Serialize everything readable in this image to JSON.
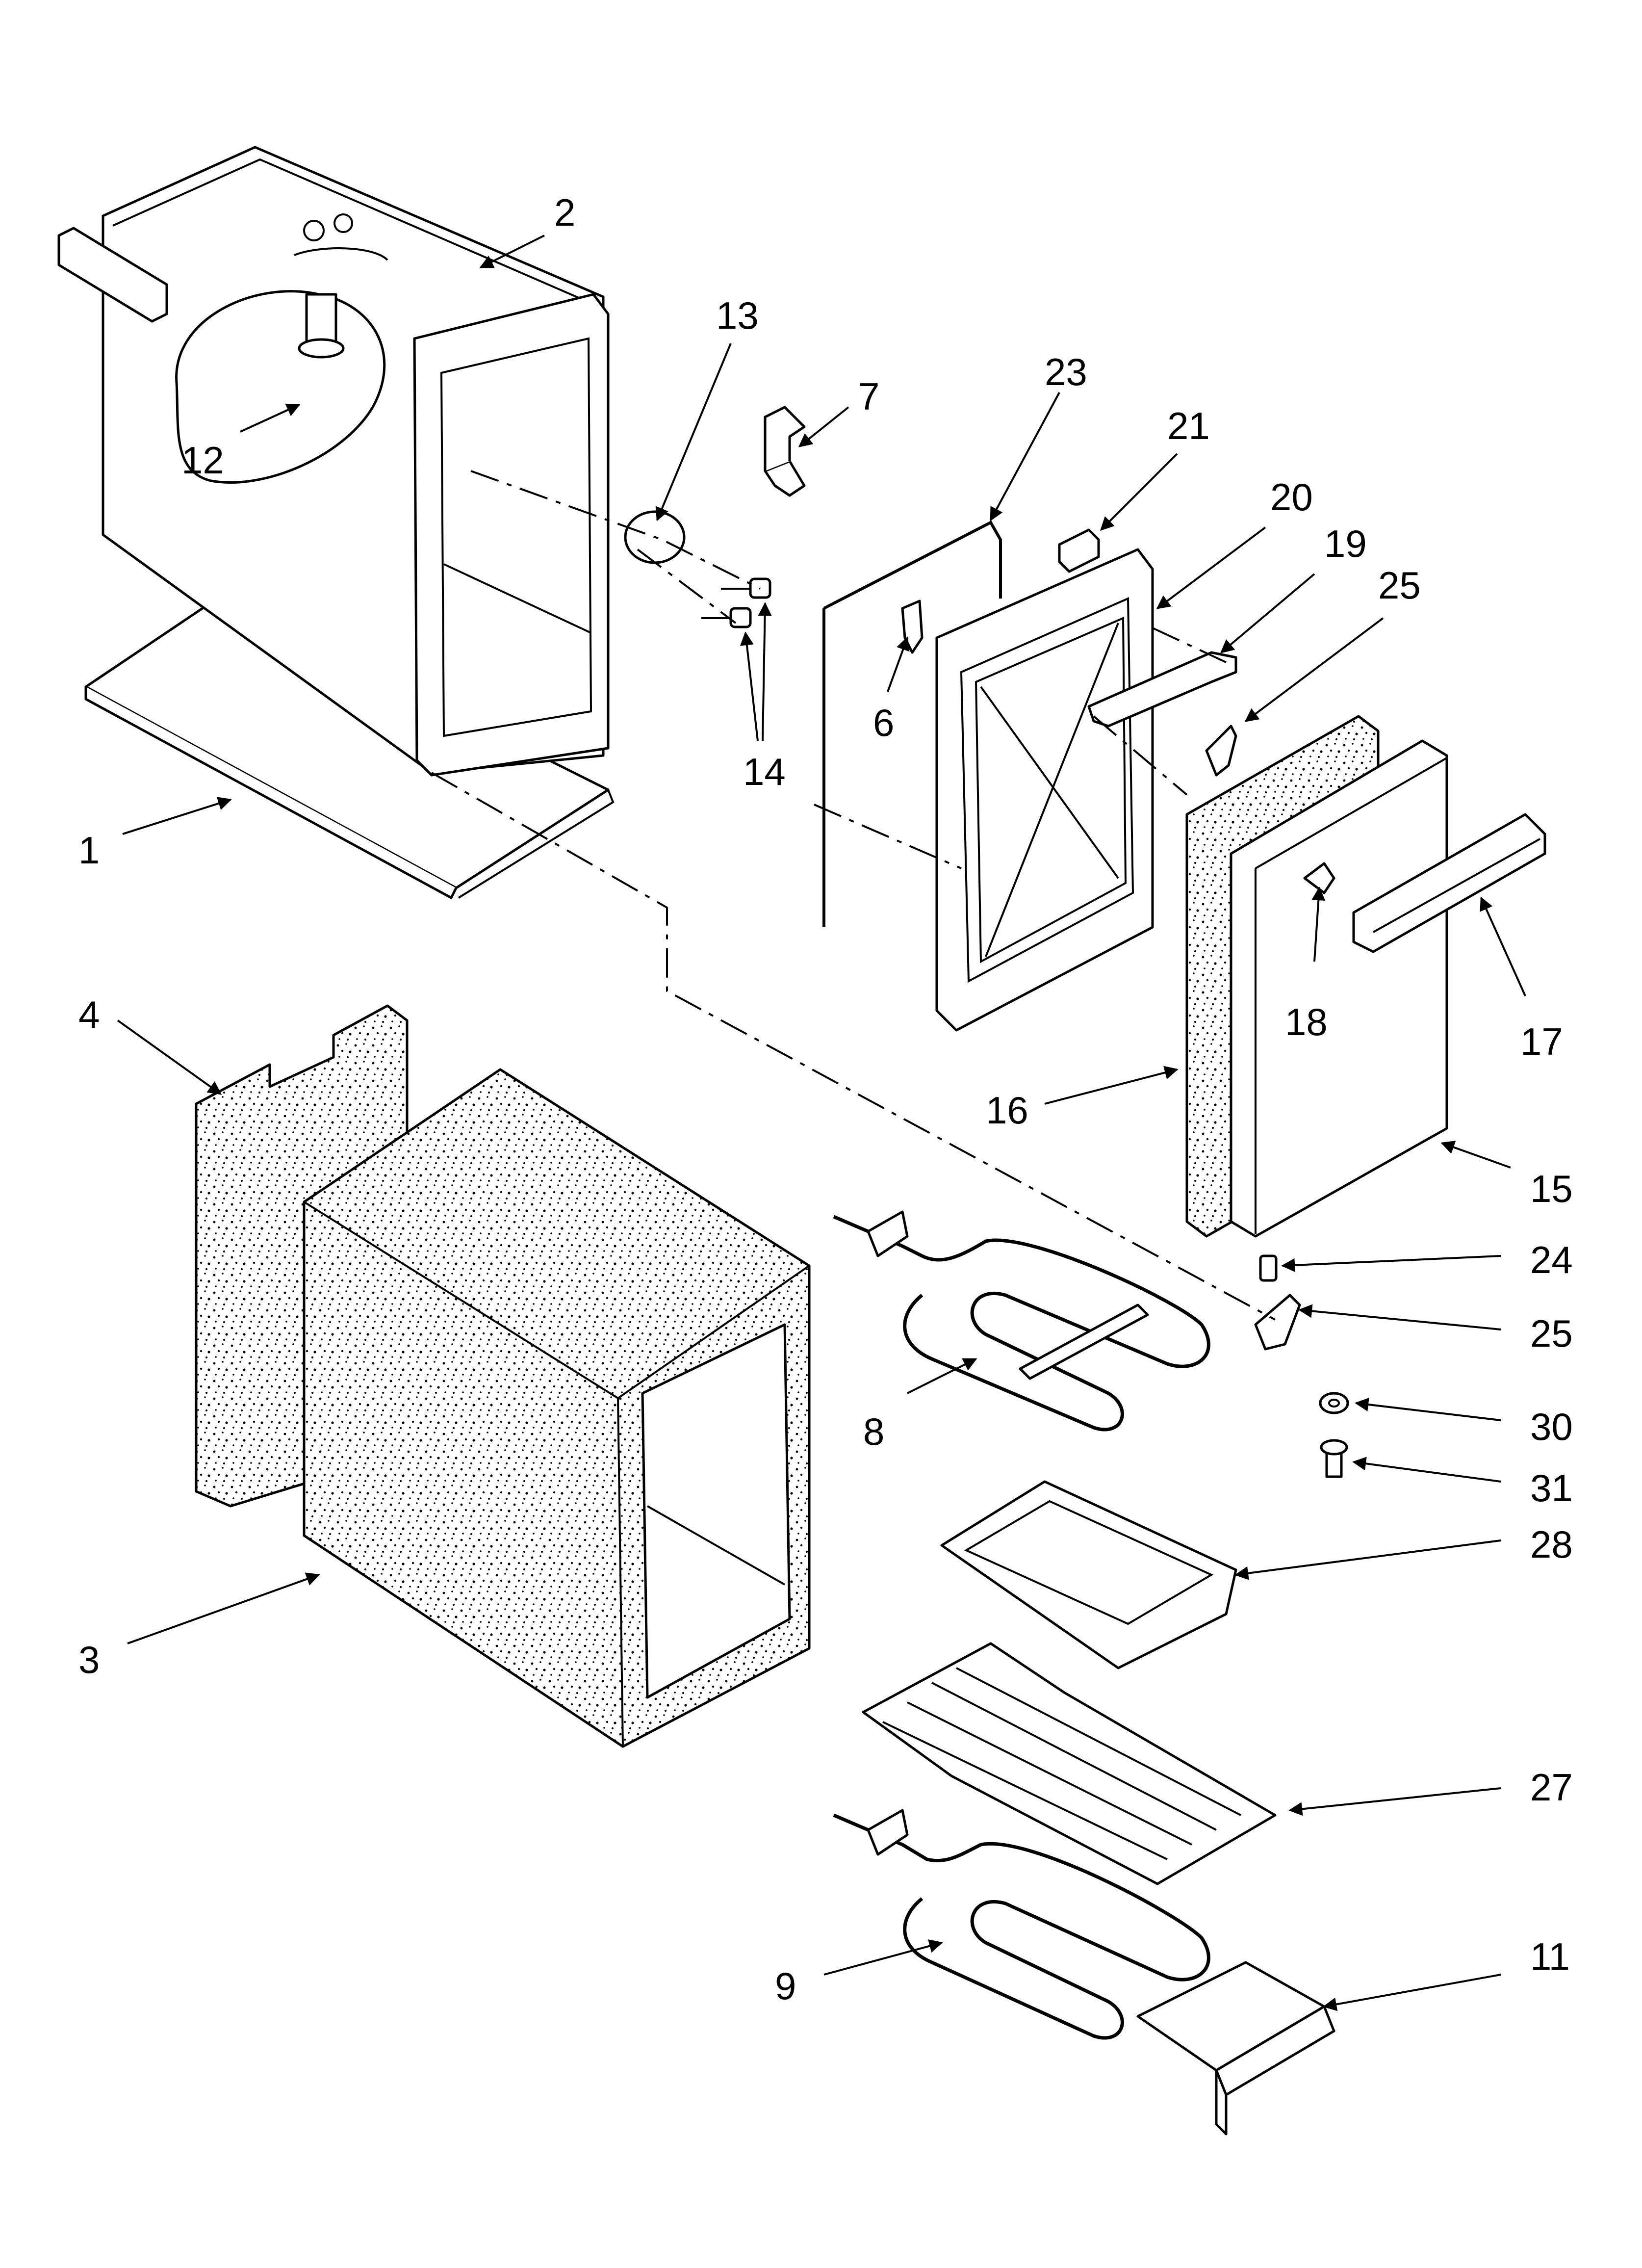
{
  "callouts": [
    {
      "id": "2",
      "text": "2"
    },
    {
      "id": "13",
      "text": "13"
    },
    {
      "id": "7",
      "text": "7"
    },
    {
      "id": "23",
      "text": "23"
    },
    {
      "id": "21",
      "text": "21"
    },
    {
      "id": "20",
      "text": "20"
    },
    {
      "id": "19",
      "text": "19"
    },
    {
      "id": "25a",
      "text": "25"
    },
    {
      "id": "12",
      "text": "12"
    },
    {
      "id": "6",
      "text": "6"
    },
    {
      "id": "14",
      "text": "14"
    },
    {
      "id": "1",
      "text": "1"
    },
    {
      "id": "18",
      "text": "18"
    },
    {
      "id": "17",
      "text": "17"
    },
    {
      "id": "16",
      "text": "16"
    },
    {
      "id": "4",
      "text": "4"
    },
    {
      "id": "15",
      "text": "15"
    },
    {
      "id": "24",
      "text": "24"
    },
    {
      "id": "25b",
      "text": "25"
    },
    {
      "id": "8",
      "text": "8"
    },
    {
      "id": "30",
      "text": "30"
    },
    {
      "id": "31",
      "text": "31"
    },
    {
      "id": "28",
      "text": "28"
    },
    {
      "id": "3",
      "text": "3"
    },
    {
      "id": "27",
      "text": "27"
    },
    {
      "id": "9",
      "text": "9"
    },
    {
      "id": "11",
      "text": "11"
    }
  ]
}
